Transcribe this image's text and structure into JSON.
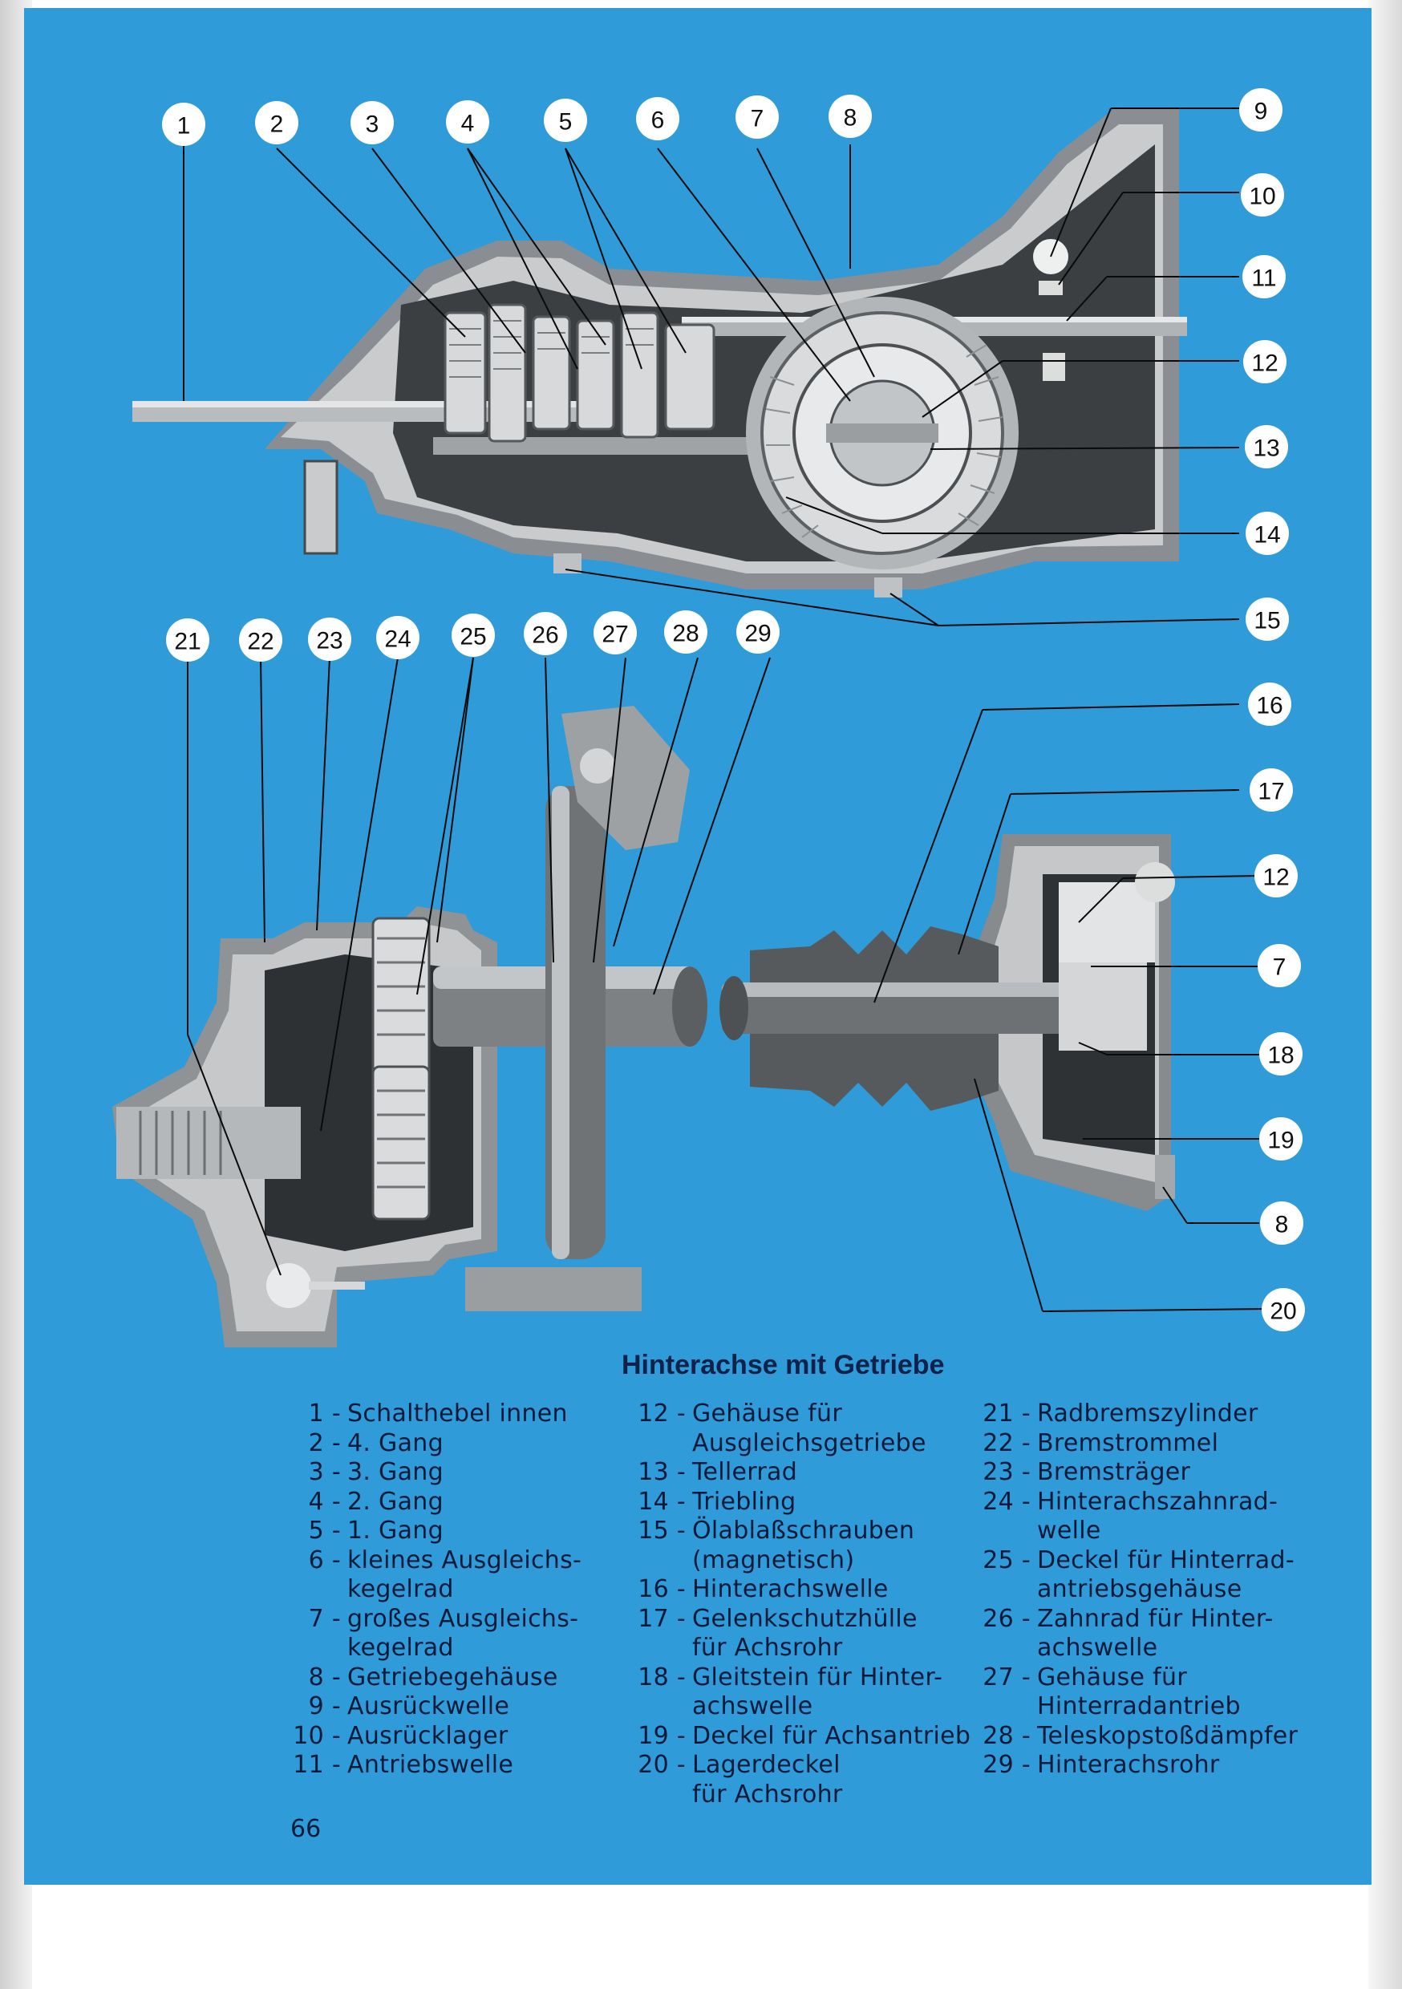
{
  "title": "Hinterachse mit Getriebe",
  "page_number": "66",
  "callouts": [
    "1",
    "2",
    "3",
    "4",
    "5",
    "6",
    "7",
    "8",
    "9",
    "10",
    "11",
    "12",
    "13",
    "14",
    "15",
    "16",
    "17",
    "12",
    "7",
    "18",
    "19",
    "8",
    "20",
    "21",
    "22",
    "23",
    "24",
    "25",
    "26",
    "27",
    "28",
    "29"
  ],
  "legend": {
    "col1": [
      {
        "num": "1 -",
        "lines": [
          "Schalthebel innen"
        ]
      },
      {
        "num": "2 -",
        "lines": [
          "4. Gang"
        ]
      },
      {
        "num": "3 -",
        "lines": [
          "3. Gang"
        ]
      },
      {
        "num": "4 -",
        "lines": [
          "2. Gang"
        ]
      },
      {
        "num": "5 -",
        "lines": [
          "1. Gang"
        ]
      },
      {
        "num": "6 -",
        "lines": [
          "kleines Ausgleichs-",
          "kegelrad"
        ]
      },
      {
        "num": "7 -",
        "lines": [
          "großes Ausgleichs-",
          "kegelrad"
        ]
      },
      {
        "num": "8 -",
        "lines": [
          "Getriebegehäuse"
        ]
      },
      {
        "num": "9 -",
        "lines": [
          "Ausrückwelle"
        ]
      },
      {
        "num": "10 -",
        "lines": [
          "Ausrücklager"
        ]
      },
      {
        "num": "11 -",
        "lines": [
          "Antriebswelle"
        ]
      }
    ],
    "col2": [
      {
        "num": "12 -",
        "lines": [
          "Gehäuse für",
          "Ausgleichsgetriebe"
        ]
      },
      {
        "num": "13 -",
        "lines": [
          "Tellerrad"
        ]
      },
      {
        "num": "14 -",
        "lines": [
          "Triebling"
        ]
      },
      {
        "num": "15 -",
        "lines": [
          "Ölablaßschrauben",
          "(magnetisch)"
        ]
      },
      {
        "num": "16 -",
        "lines": [
          "Hinterachswelle"
        ]
      },
      {
        "num": "17 -",
        "lines": [
          "Gelenkschutzhülle",
          "für Achsrohr"
        ]
      },
      {
        "num": "18 -",
        "lines": [
          "Gleitstein für Hinter-",
          "achswelle"
        ]
      },
      {
        "num": "19 -",
        "lines": [
          "Deckel für Achsantrieb"
        ]
      },
      {
        "num": "20 -",
        "lines": [
          "Lagerdeckel",
          "für Achsrohr"
        ]
      }
    ],
    "col3": [
      {
        "num": "21 -",
        "lines": [
          "Radbremszylinder"
        ]
      },
      {
        "num": "22 -",
        "lines": [
          "Bremstrommel"
        ]
      },
      {
        "num": "23 -",
        "lines": [
          "Bremsträger"
        ]
      },
      {
        "num": "24 -",
        "lines": [
          "Hinterachszahnrad-",
          "welle"
        ]
      },
      {
        "num": "25 -",
        "lines": [
          "Deckel für Hinterrad-",
          "antriebsgehäuse"
        ]
      },
      {
        "num": "26 -",
        "lines": [
          "Zahnrad für Hinter-",
          "achswelle"
        ]
      },
      {
        "num": "27 -",
        "lines": [
          "Gehäuse für",
          "Hinterradantrieb"
        ]
      },
      {
        "num": "28 -",
        "lines": [
          "Teleskopstoßdämpfer"
        ]
      },
      {
        "num": "29 -",
        "lines": [
          "Hinterachsrohr"
        ]
      }
    ]
  }
}
